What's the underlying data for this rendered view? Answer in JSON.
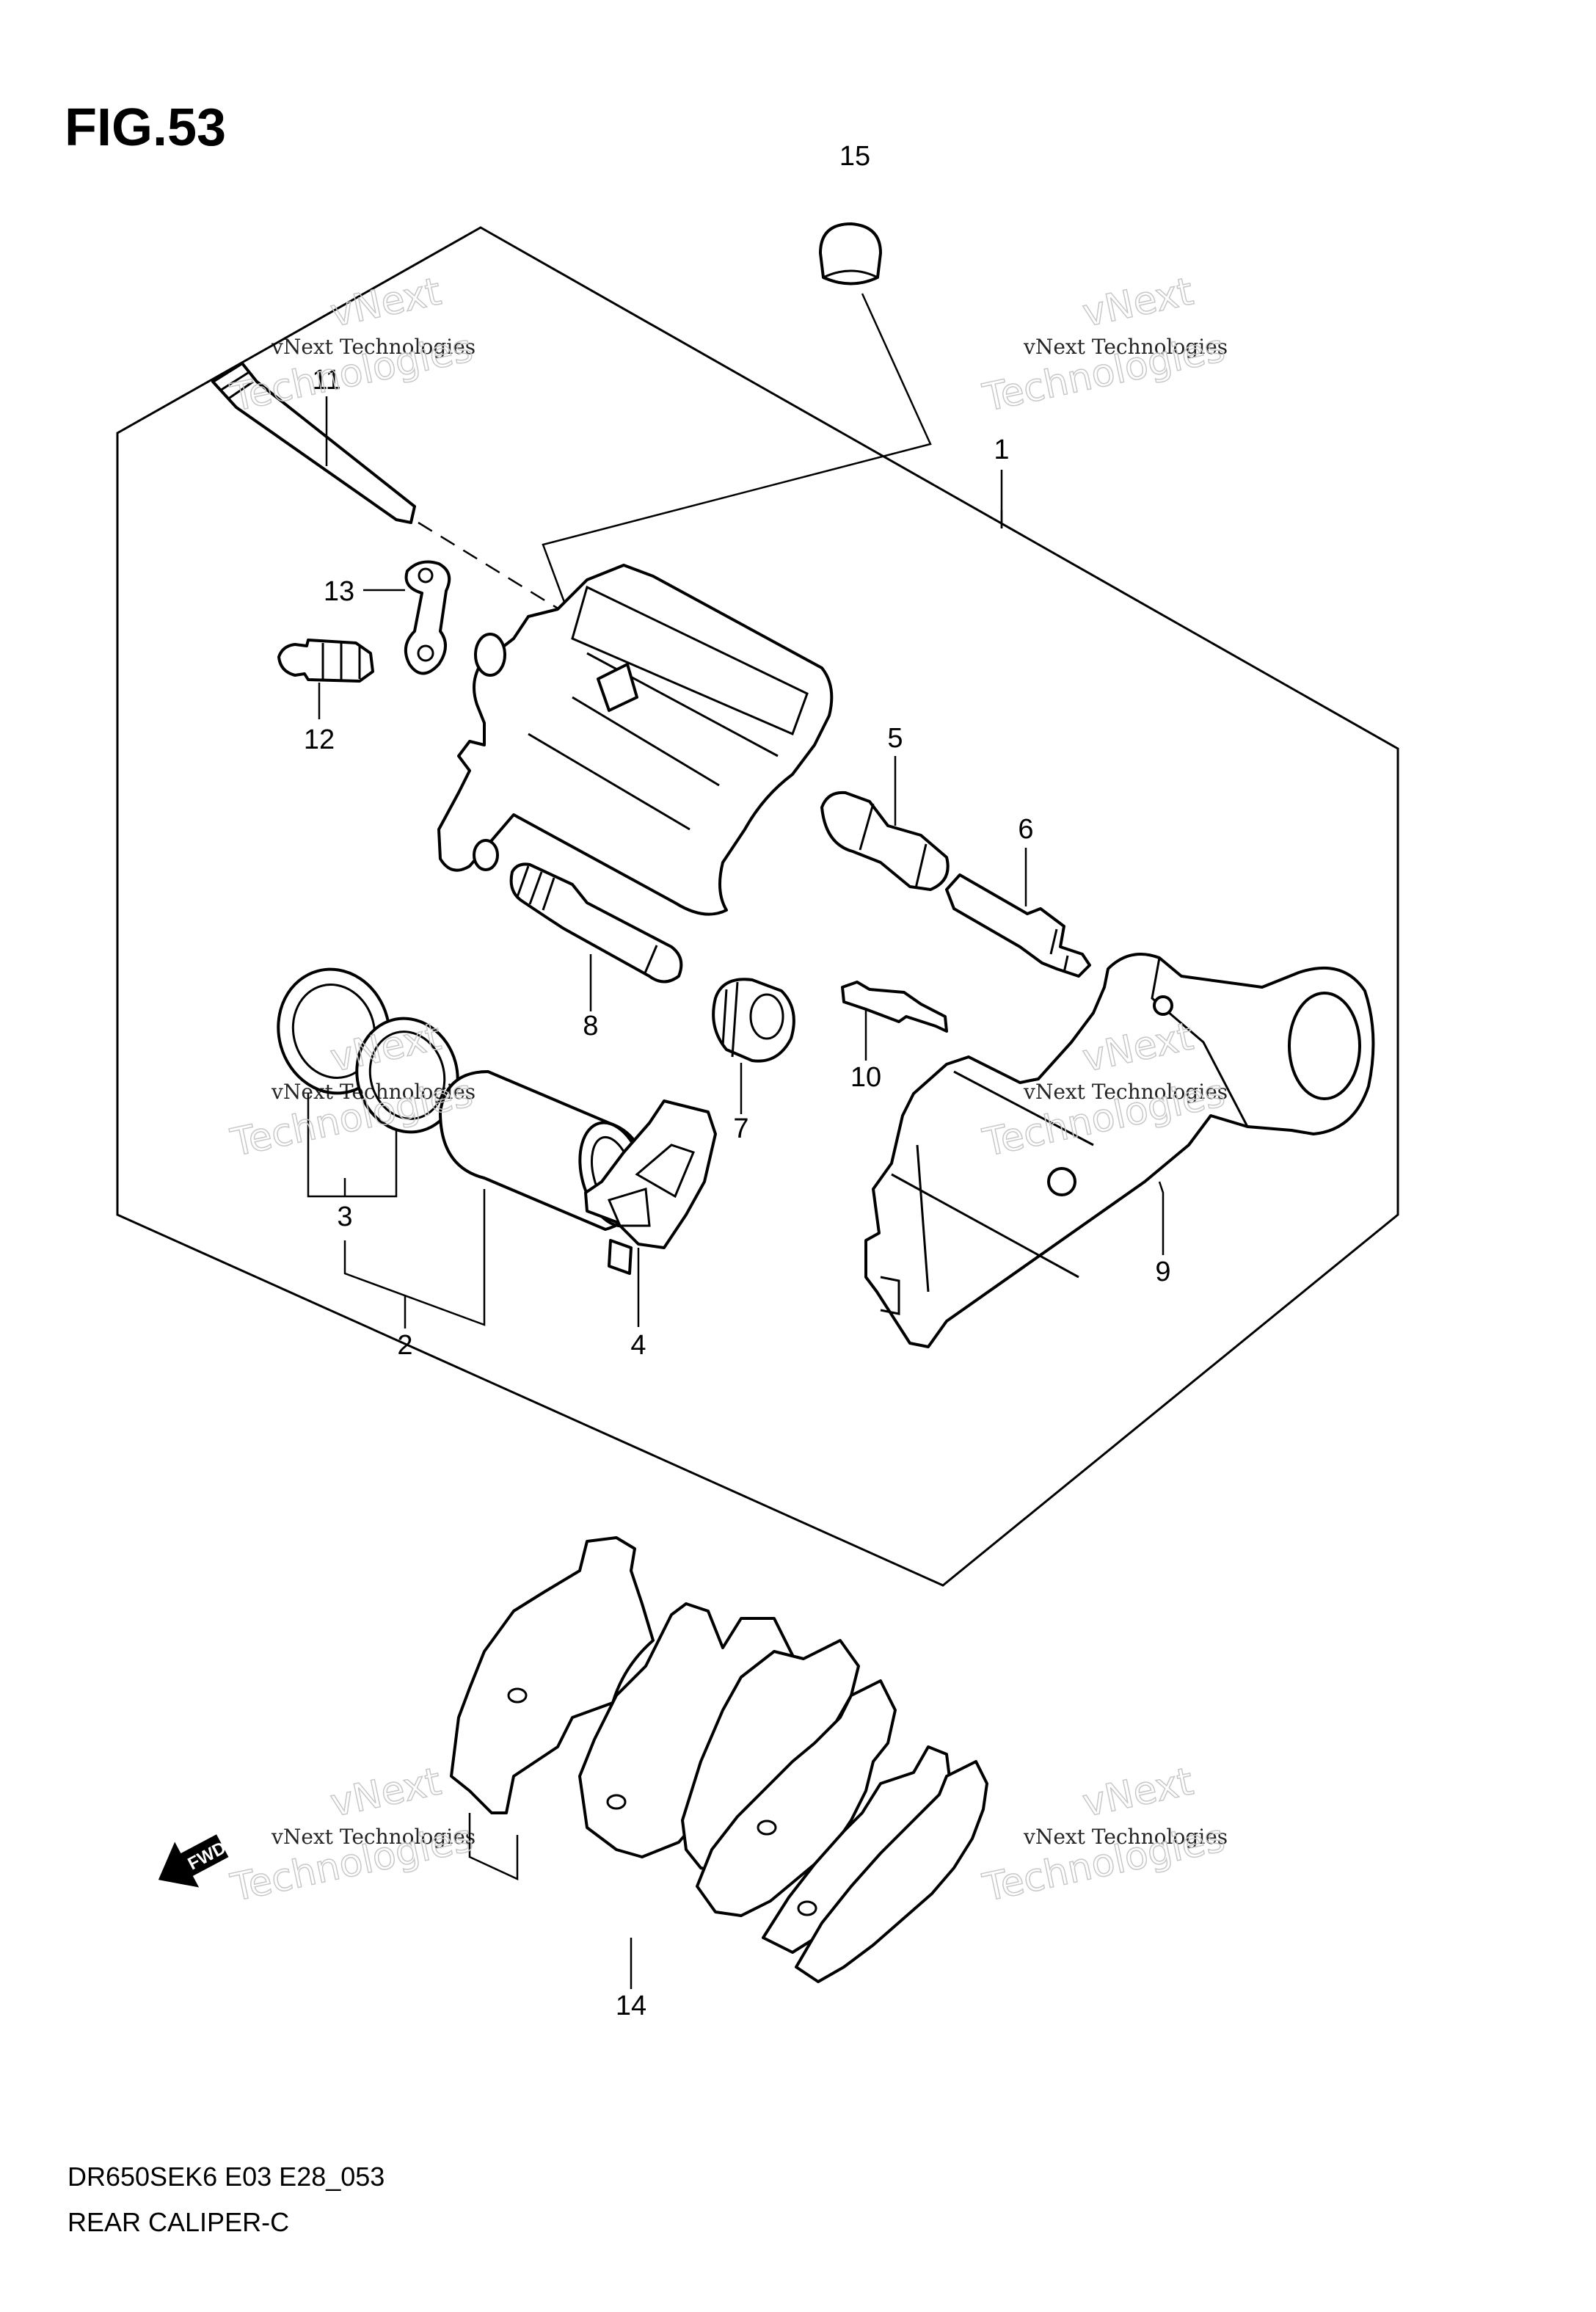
{
  "figure": {
    "title": "FIG.53",
    "model_code": "DR650SEK6 E03 E28_053",
    "caption": "REAR CALIPER-C"
  },
  "callouts": [
    "1",
    "2",
    "3",
    "4",
    "5",
    "6",
    "7",
    "8",
    "9",
    "10",
    "11",
    "12",
    "13",
    "14",
    "15"
  ],
  "watermark": {
    "line1": "vNext Technologies",
    "line2": "vNext",
    "line3": "Technologies"
  },
  "fwd_label": "FWD"
}
